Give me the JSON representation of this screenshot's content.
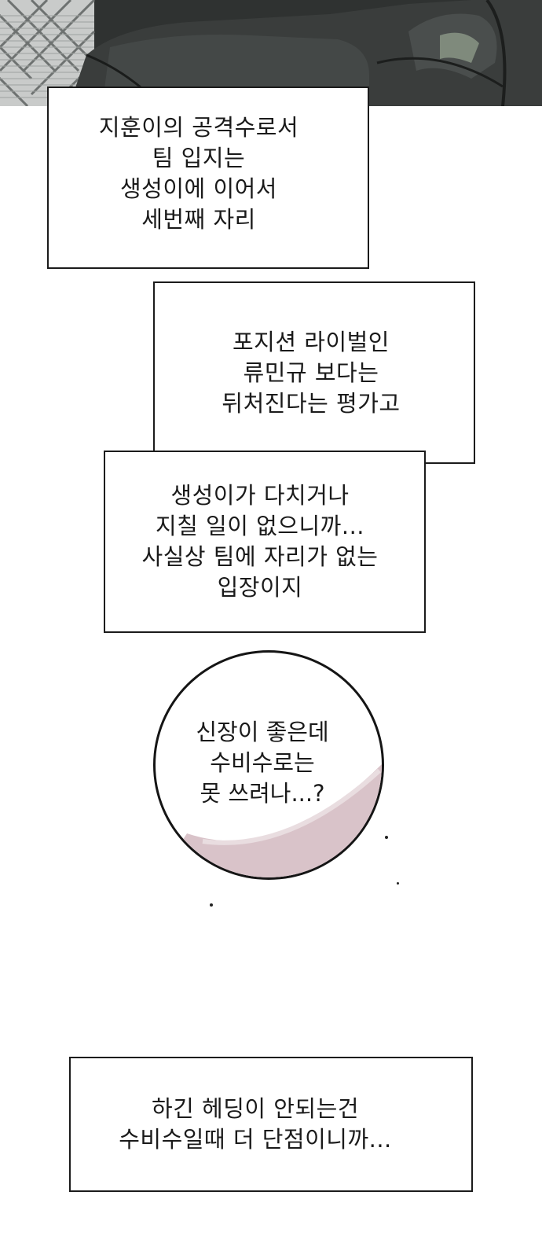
{
  "panel": {
    "caption_1": {
      "lines": [
        "지훈이의 공격수로서",
        "팀 입지는",
        "생성이에 이어서",
        "세번째 자리"
      ]
    },
    "caption_2": {
      "lines": [
        "포지션 라이벌인",
        "류민규 보다는",
        "뒤처진다는 평가고"
      ]
    },
    "caption_3": {
      "lines": [
        "생성이가 다치거나",
        "지칠 일이 없으니까...",
        "사실상 팀에 자리가 없는",
        "입장이지"
      ]
    },
    "thought_bubble": {
      "lines": [
        "신장이 좋은데",
        "수비수로는",
        "못 쓰려나...?"
      ]
    },
    "caption_4": {
      "lines": [
        "하긴 헤딩이 안되는건",
        "수비수일때 더 단점이니까..."
      ]
    }
  },
  "colors": {
    "art_dark": "#2a2c2b",
    "fence": "#8a8d8c",
    "border": "#1b1b1b",
    "bubble_shade": "#d9c3c9"
  }
}
